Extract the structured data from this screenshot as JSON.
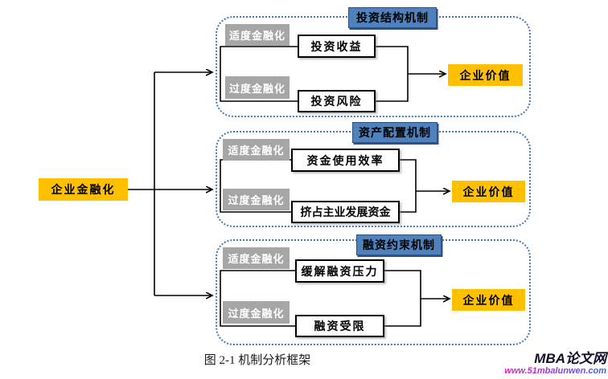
{
  "diagram": {
    "root_node": {
      "label": "企业金融化"
    },
    "sections": [
      {
        "title": "投资结构机制",
        "moderate_label": "适度金融化",
        "excessive_label": "过度金融化",
        "moderate_outcome": "投资收益",
        "excessive_outcome": "投资风险",
        "result": "企业价值"
      },
      {
        "title": "资产配置机制",
        "moderate_label": "适度金融化",
        "excessive_label": "过度金融化",
        "moderate_outcome": "资金使用效率",
        "excessive_outcome": "挤占主业发展资金",
        "result": "企业价值"
      },
      {
        "title": "融资约束机制",
        "moderate_label": "适度金融化",
        "excessive_label": "过度金融化",
        "moderate_outcome": "缓解融资压力",
        "excessive_outcome": "融资受限",
        "result": "企业价值"
      }
    ],
    "caption": "图 2-1 机制分析框架"
  },
  "watermark": {
    "site_name": "MBA论文网",
    "site_url": "www.51mbalunwen.com"
  },
  "colors": {
    "result_orange": "#FFC000",
    "header_blue": "#4F81BD",
    "label_gray": "#A6A6A6",
    "dashed_border_blue": "#4477BB",
    "connector_black": "#000000",
    "url_gradient_start": "#FF2299",
    "url_gradient_end": "#3A63E0"
  }
}
